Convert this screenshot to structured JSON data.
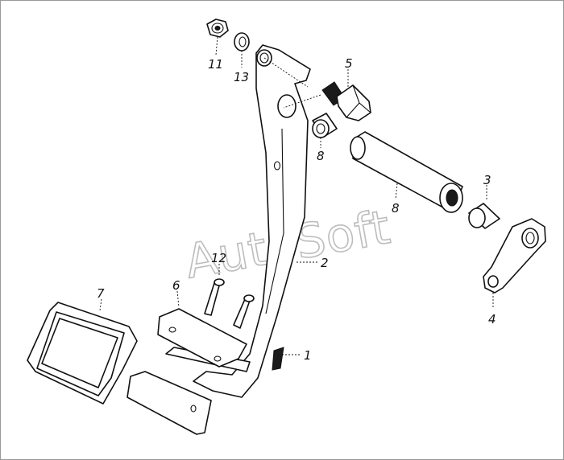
{
  "watermark": "AutoSoft",
  "callouts": [
    {
      "id": "11",
      "label": "11"
    },
    {
      "id": "13",
      "label": "13"
    },
    {
      "id": "5",
      "label": "5"
    },
    {
      "id": "8a",
      "label": "8"
    },
    {
      "id": "8b",
      "label": "8"
    },
    {
      "id": "3",
      "label": "3"
    },
    {
      "id": "2",
      "label": "2"
    },
    {
      "id": "12",
      "label": "12"
    },
    {
      "id": "6",
      "label": "6"
    },
    {
      "id": "7",
      "label": "7"
    },
    {
      "id": "1",
      "label": "1"
    },
    {
      "id": "4",
      "label": "4"
    }
  ]
}
